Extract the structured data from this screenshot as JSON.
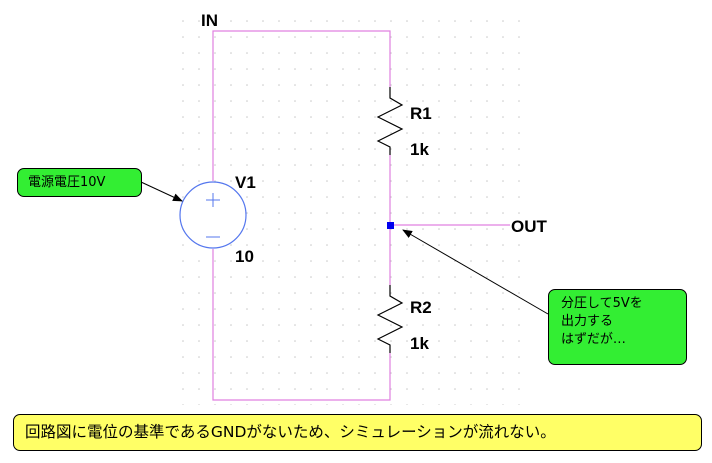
{
  "schematic": {
    "nets": {
      "input": "IN",
      "output": "OUT"
    },
    "components": {
      "v1": {
        "ref": "V1",
        "value": "10",
        "symbol": "voltage-source"
      },
      "r1": {
        "ref": "R1",
        "value": "1k",
        "symbol": "resistor"
      },
      "r2": {
        "ref": "R2",
        "value": "1k",
        "symbol": "resistor"
      }
    },
    "colors": {
      "wire": "#e080e0",
      "node": "#0000ee",
      "source_circle": "#5577ee",
      "grid_dot": "#c8c8c8",
      "callout_bg": "#33ee33",
      "notice_bg": "#ffff66"
    }
  },
  "annotations": {
    "source_callout": {
      "lines": [
        "電源電圧10V"
      ]
    },
    "output_callout": {
      "lines": [
        "分圧して5Vを",
        "出力する",
        "はずだが…"
      ]
    },
    "notice": "回路図に電位の基準であるGNDがないため、シミュレーションが流れない。"
  }
}
